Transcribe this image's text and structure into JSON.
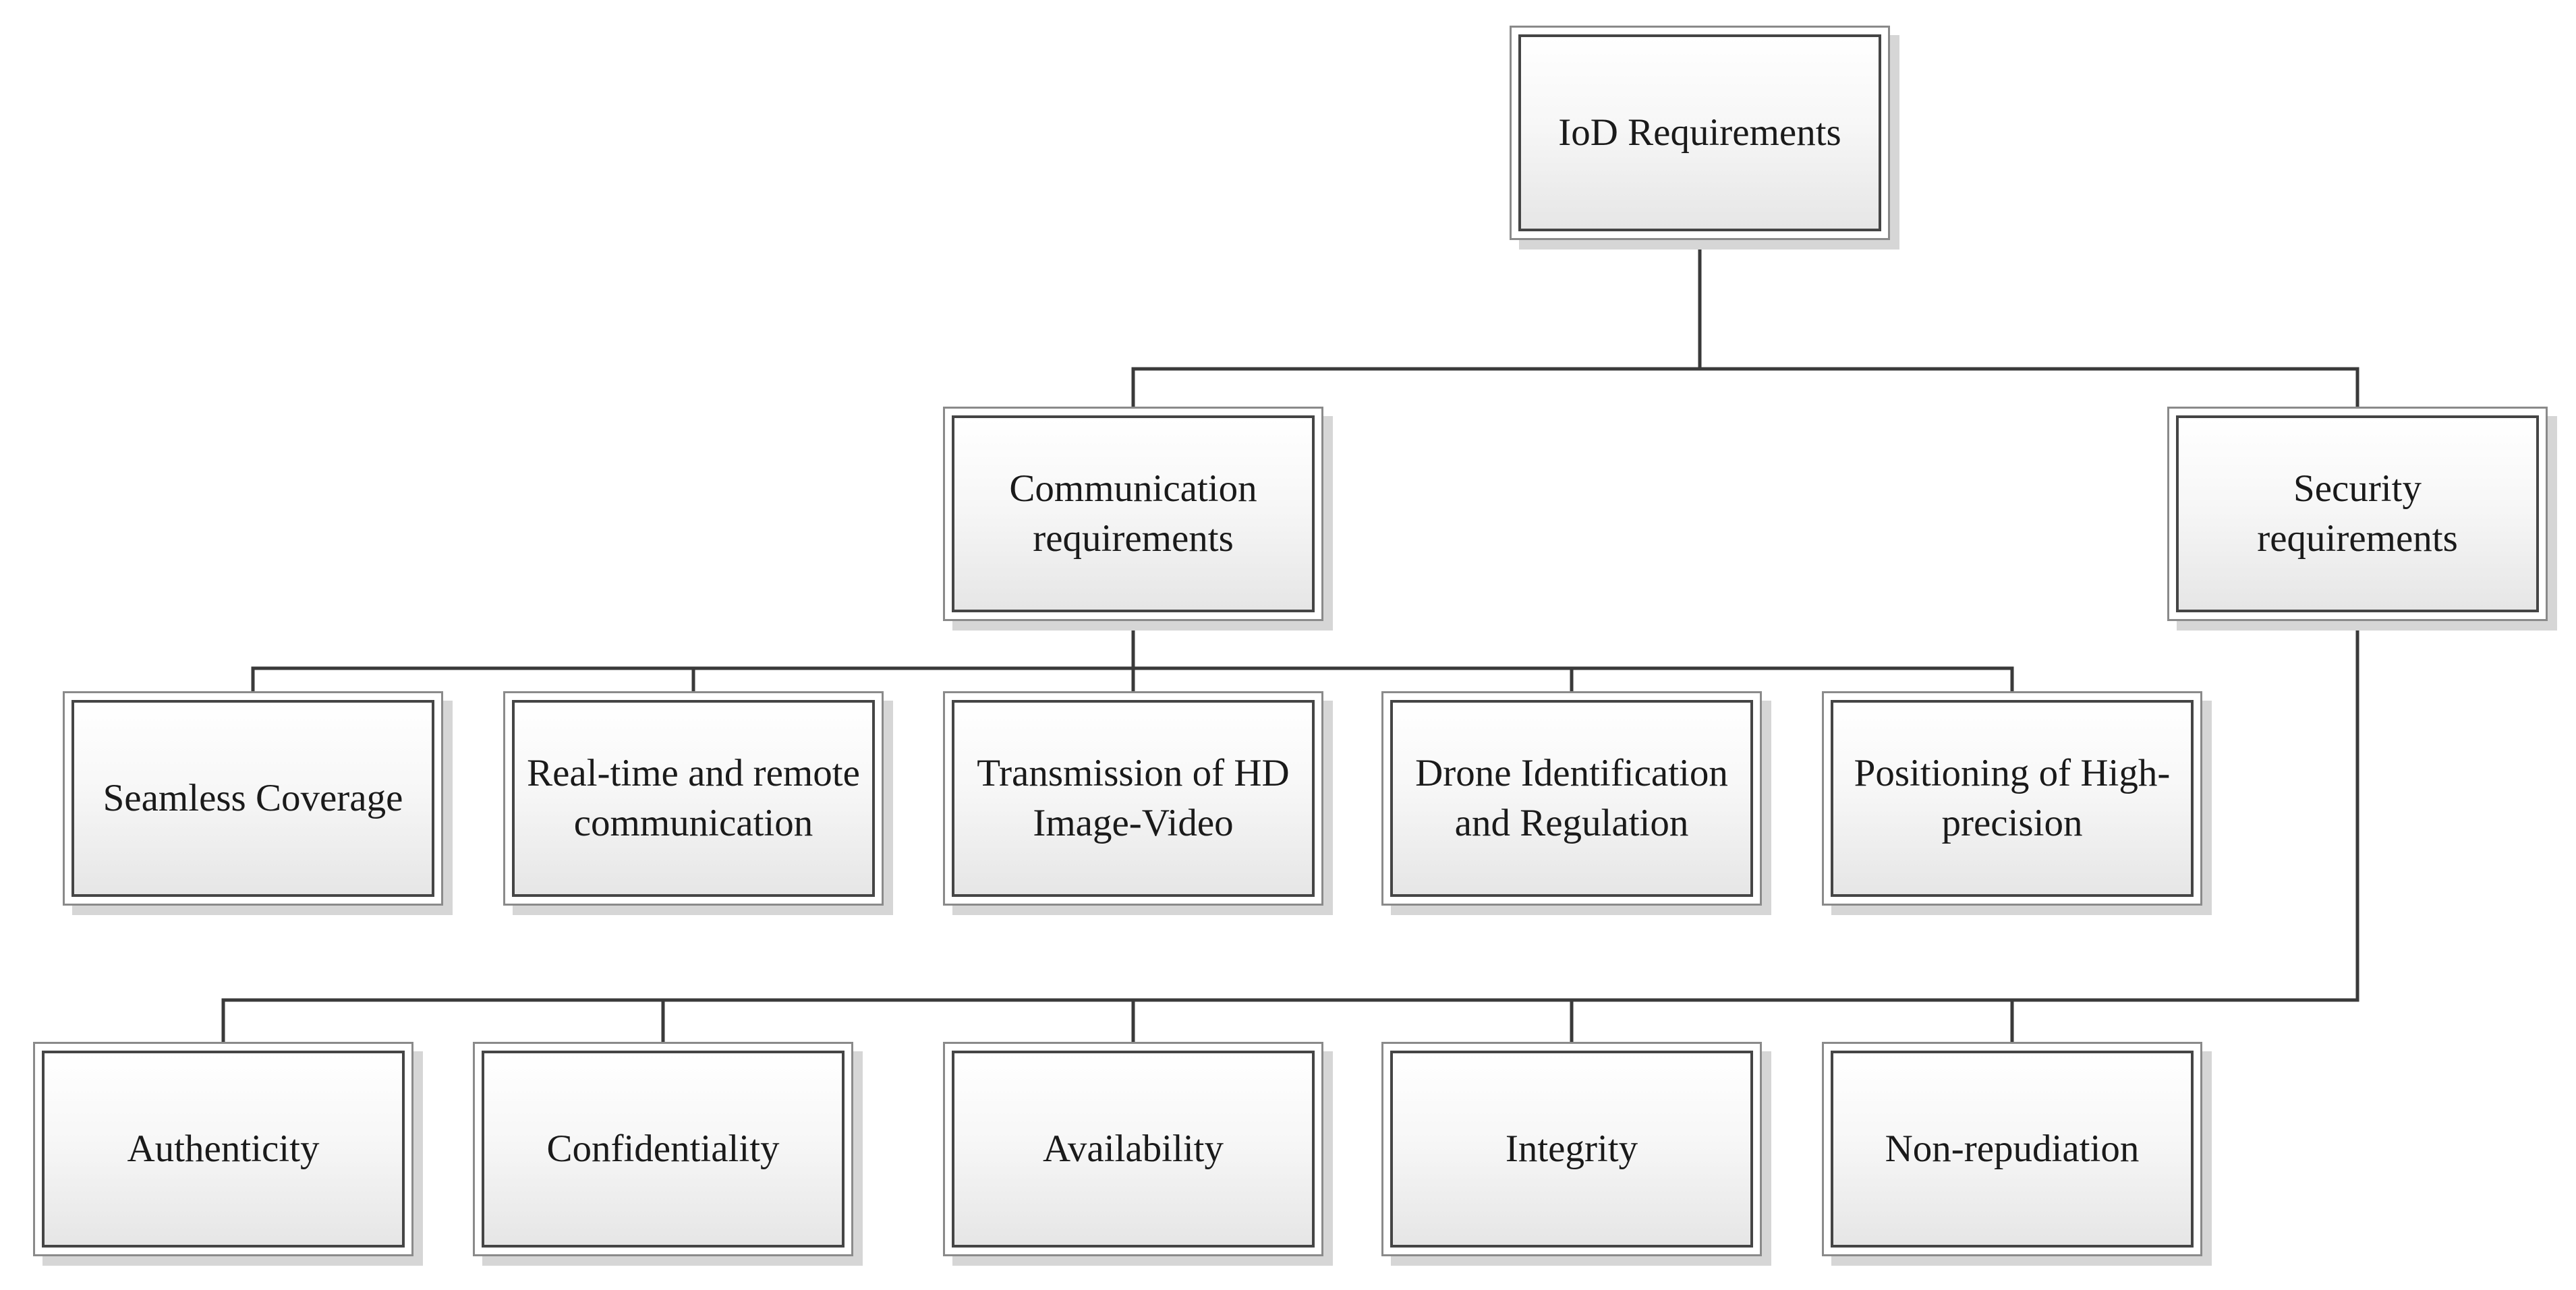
{
  "root": {
    "label": "IoD Requirements"
  },
  "communication": {
    "label_lines": [
      "Communication",
      "requirements"
    ],
    "children": [
      {
        "lines": [
          "Seamless Coverage"
        ]
      },
      {
        "lines": [
          "Real-time and remote",
          "communication"
        ]
      },
      {
        "lines": [
          "Transmission of HD",
          "Image-Video"
        ]
      },
      {
        "lines": [
          "Drone Identification",
          "and Regulation"
        ]
      },
      {
        "lines": [
          "Positioning of High-",
          "precision"
        ]
      }
    ]
  },
  "security": {
    "label_lines": [
      "Security",
      "requirements"
    ],
    "children": [
      {
        "lines": [
          "Authenticity"
        ]
      },
      {
        "lines": [
          "Confidentiality"
        ]
      },
      {
        "lines": [
          "Availability"
        ]
      },
      {
        "lines": [
          "Integrity"
        ]
      },
      {
        "lines": [
          "Non-repudiation"
        ]
      }
    ]
  }
}
